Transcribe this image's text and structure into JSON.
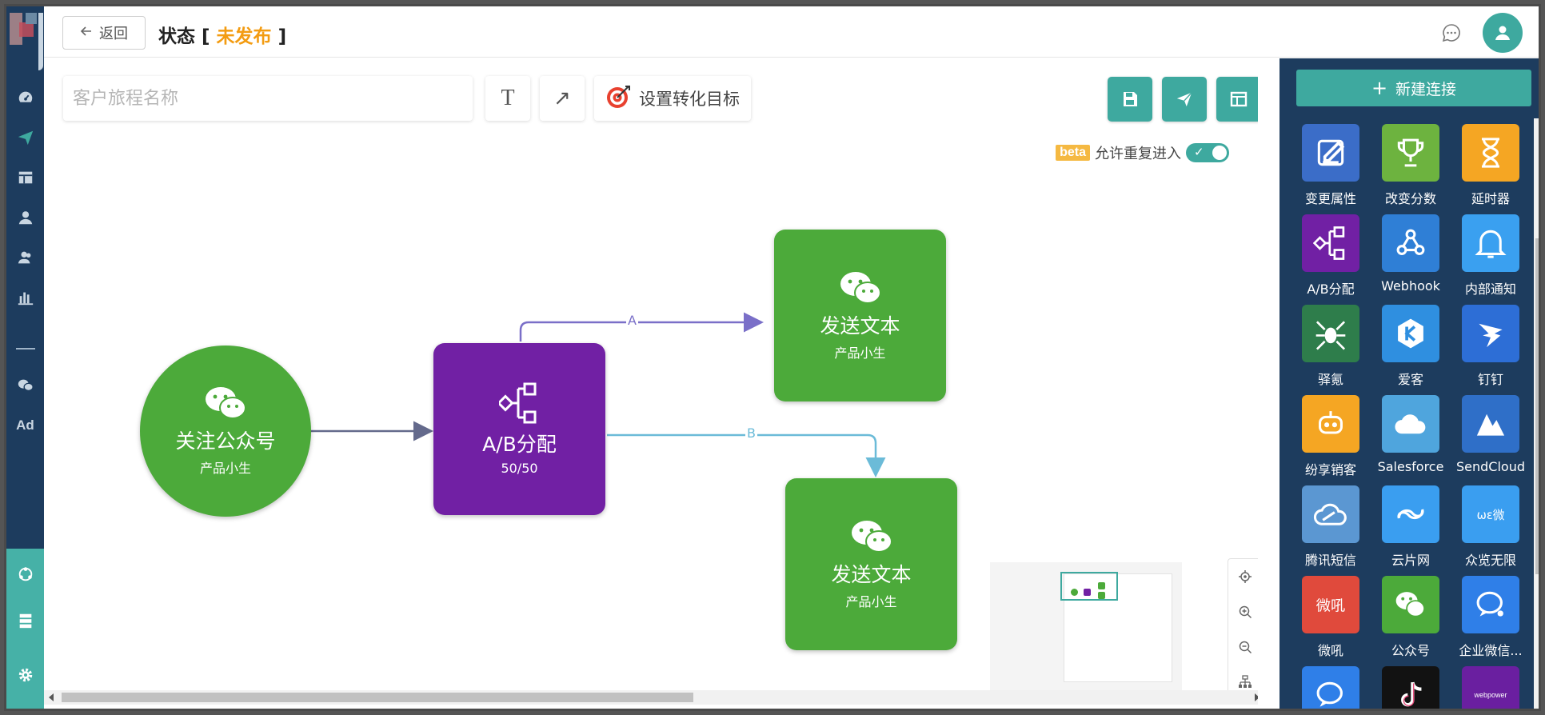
{
  "header": {
    "back_label": "返回",
    "status_label": "状态",
    "status_value": "未发布",
    "status_open": "[",
    "status_close": "]"
  },
  "toolbar": {
    "name_placeholder": "客户旅程名称",
    "text_tool": "T",
    "arrow_tool": "↗",
    "goal_label": "设置转化目标"
  },
  "beta": {
    "badge": "beta",
    "label": "允许重复进入",
    "enabled": true
  },
  "nodes": [
    {
      "title": "关注公众号",
      "sub": "产品小生",
      "icon": "wechat-icon"
    },
    {
      "title": "A/B分配",
      "sub": "50/50",
      "icon": "ab-split-icon"
    },
    {
      "title": "发送文本",
      "sub": "产品小生",
      "icon": "wechat-icon"
    },
    {
      "title": "发送文本",
      "sub": "产品小生",
      "icon": "wechat-icon"
    }
  ],
  "edges": {
    "a_label": "A",
    "b_label": "B"
  },
  "palette": {
    "new_connection": "新建连接",
    "items": [
      {
        "label": "变更属性",
        "icon": "edit-icon",
        "color": "#3b6dc8"
      },
      {
        "label": "改变分数",
        "icon": "trophy-icon",
        "color": "#6db33f"
      },
      {
        "label": "延时器",
        "icon": "hourglass-icon",
        "color": "#f5a623"
      },
      {
        "label": "A/B分配",
        "icon": "ab-split-icon",
        "color": "#7120a4"
      },
      {
        "label": "Webhook",
        "icon": "webhook-icon",
        "color": "#2f7fd6"
      },
      {
        "label": "内部通知",
        "icon": "bell-icon",
        "color": "#3aa0f0"
      },
      {
        "label": "驿氪",
        "icon": "spider-icon",
        "color": "#2e7d4b"
      },
      {
        "label": "爱客",
        "icon": "k-hex-icon",
        "color": "#2f8fe0"
      },
      {
        "label": "钉钉",
        "icon": "dingtalk-icon",
        "color": "#2d6ed6"
      },
      {
        "label": "纷享销客",
        "icon": "robot-icon",
        "color": "#f5a623"
      },
      {
        "label": "Salesforce",
        "icon": "cloud-icon",
        "color": "#4fa5dd"
      },
      {
        "label": "SendCloud",
        "icon": "sendcloud-icon",
        "color": "#2f6fc8"
      },
      {
        "label": "腾讯短信",
        "icon": "tencent-cloud-icon",
        "color": "#5b97d2"
      },
      {
        "label": "云片网",
        "icon": "yunpian-icon",
        "color": "#3a9ef0"
      },
      {
        "label": "众览无限",
        "icon": "weibo-logo-icon",
        "color": "#3a9ef0"
      },
      {
        "label": "微吼",
        "icon": "vhall-icon",
        "color": "#e04a3c"
      },
      {
        "label": "公众号",
        "icon": "wechat-icon",
        "color": "#4caa3a"
      },
      {
        "label": "企业微信...",
        "icon": "wecom-icon",
        "color": "#2f7fe8"
      },
      {
        "label": "",
        "icon": "chat-bubble-icon",
        "color": "#2f7fe8"
      },
      {
        "label": "",
        "icon": "tiktok-icon",
        "color": "#121212"
      },
      {
        "label": "webpower",
        "icon": "webpower-icon",
        "color": "#6a1fa0"
      }
    ]
  },
  "colors": {
    "teal": "#3ea99f",
    "navy": "#1d3c5e",
    "node_green": "#4caa3a",
    "node_purple": "#7120a4",
    "edge_a": "#7a6fc8",
    "edge_b": "#6bbbd8",
    "status_orange": "#f39c12"
  }
}
